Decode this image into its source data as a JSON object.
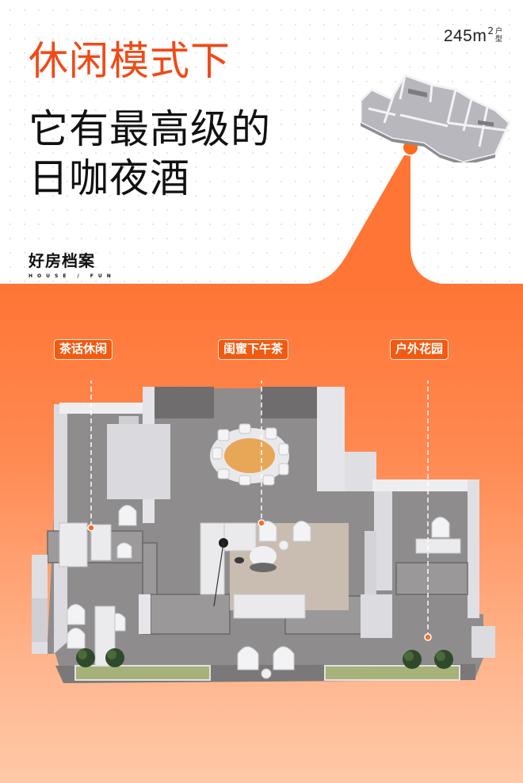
{
  "headline": {
    "line1": "休闲模式下",
    "line2": "它有最高级的",
    "line3": "日咖夜酒"
  },
  "area": {
    "value": "245m",
    "superscript": "2",
    "unit_top": "户",
    "unit_bottom": "型"
  },
  "logo": {
    "cn": "好房档案",
    "en": "HOUSE / FUN"
  },
  "zones": [
    {
      "label": "茶话休闲",
      "icon": "location-dot-icon"
    },
    {
      "label": "闺蜜下午茶",
      "icon": "location-dot-icon"
    },
    {
      "label": "户外花园",
      "icon": "location-dot-icon"
    }
  ],
  "colors": {
    "accent": "#f04a18",
    "orange": "#ff7535",
    "tag_bg": "#f25a12",
    "floor": "#8c8a8b",
    "wall": "#e6e6ea",
    "table_top": "#e8a657",
    "planter": "#a7b27a"
  }
}
